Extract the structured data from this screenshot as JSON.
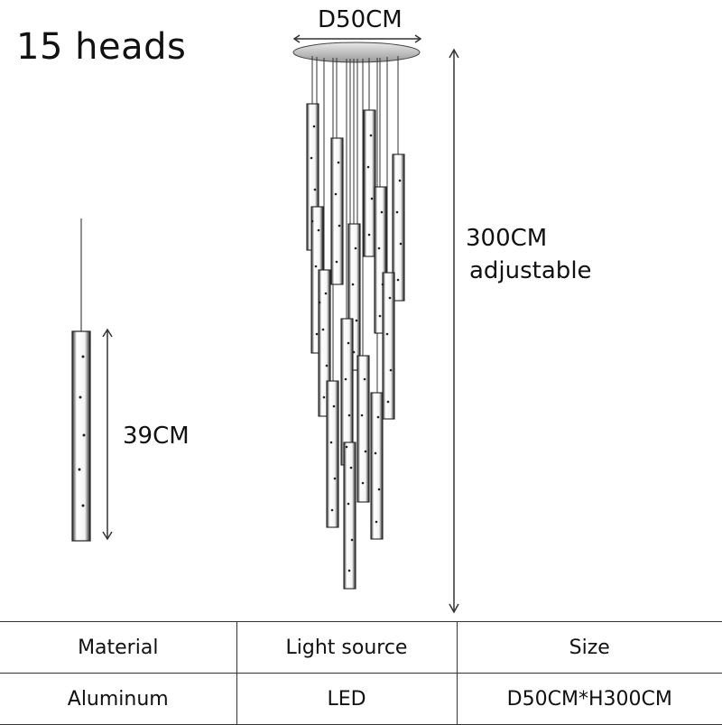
{
  "heading": "15 heads",
  "dimensions": {
    "diameter": "D50CM",
    "height_value": "300CM",
    "height_note": "adjustable",
    "tube_length": "39CM"
  },
  "specs": {
    "headers": [
      "Material",
      "Light source",
      "Size"
    ],
    "values": [
      "Aluminum",
      "LED",
      "D50CM*H300CM"
    ]
  }
}
